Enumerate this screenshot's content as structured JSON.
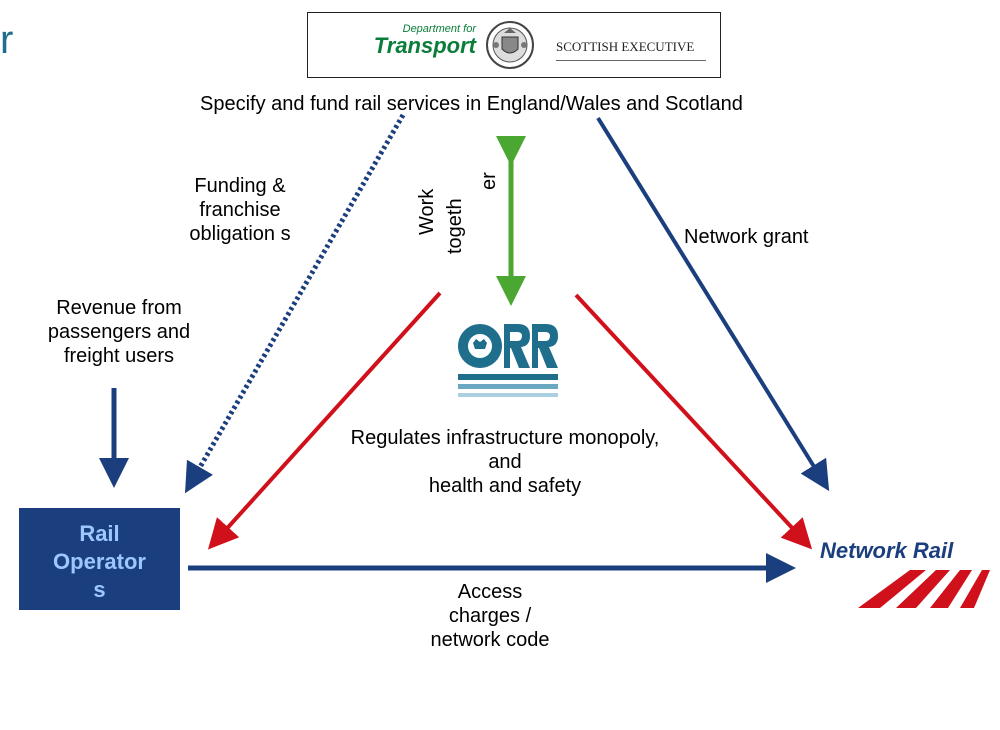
{
  "header": {
    "title_fragment": "r"
  },
  "government": {
    "dft_small": "Department for",
    "dft_big": "Transport",
    "scottish": "SCOTTISH EXECUTIVE"
  },
  "labels": {
    "specify": "Specify and fund rail services in England/Wales and Scotland",
    "work_together_1": "Work",
    "work_together_2": "togeth",
    "work_together_3": "er",
    "network_grant": "Network grant",
    "funding": "Funding & franchise obligation s",
    "revenue": "Revenue from passengers and freight users",
    "regulates_1": "Regulates infrastructure monopoly,",
    "regulates_2": "and",
    "regulates_3": "health and safety",
    "access": "Access charges / network code"
  },
  "nodes": {
    "rail_operators_1": "Rail",
    "rail_operators_2": "Operator",
    "rail_operators_3": "s",
    "orr": "ORR",
    "network_rail": "Network Rail"
  },
  "colors": {
    "blue": "#1b3f7e",
    "red": "#d0101a",
    "green": "#4aa832",
    "orr": "#1f6e8c"
  }
}
